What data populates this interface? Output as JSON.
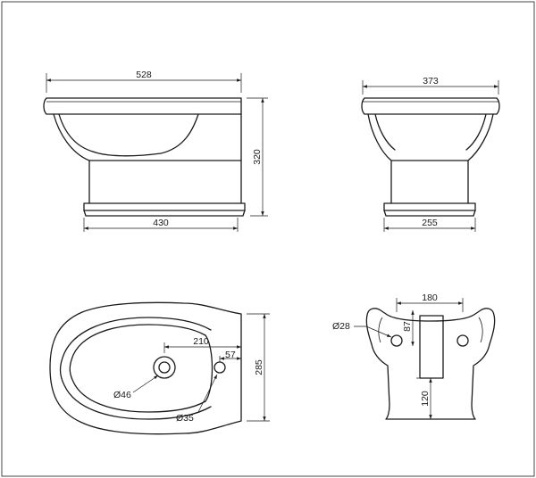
{
  "views": {
    "side": {
      "top_width": "528",
      "height": "320",
      "base_width": "430"
    },
    "front": {
      "top_width": "373",
      "base_width": "255"
    },
    "plan": {
      "outlet_offset": "210",
      "tap_offset": "57",
      "height": "285",
      "outlet_diameter": "Ø46",
      "tap_diameter": "Ø35"
    },
    "rear": {
      "hole_spacing": "180",
      "hole_diameter": "Ø28",
      "hole_height": "87",
      "bracket_height": "120"
    }
  },
  "colors": {
    "line": "#1a1a1a",
    "background": "#ffffff"
  }
}
